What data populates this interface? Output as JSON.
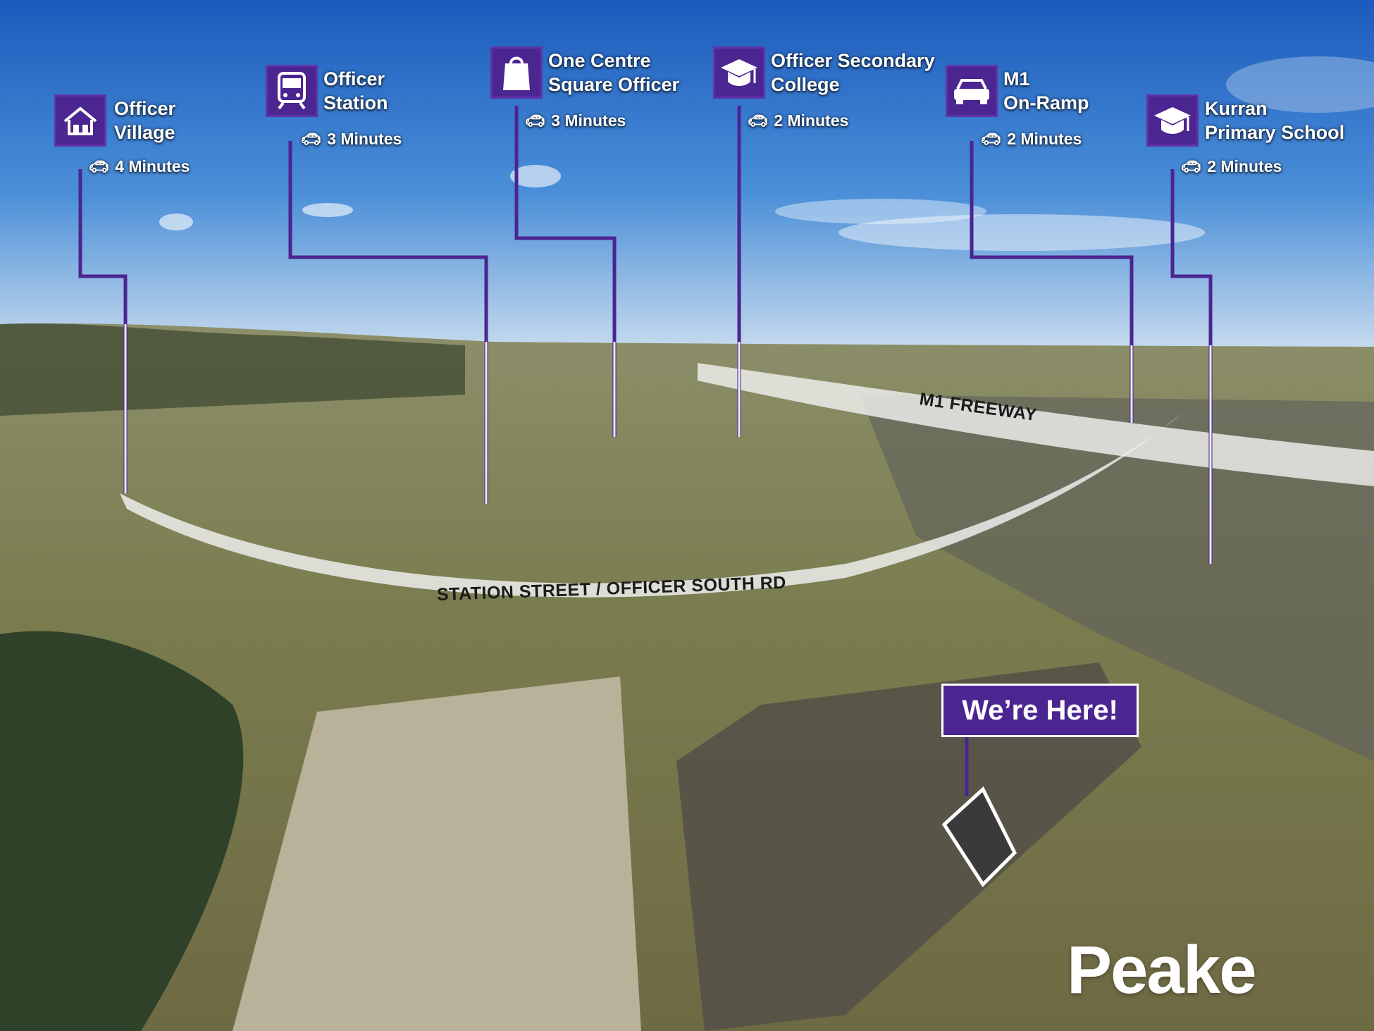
{
  "colors": {
    "accent": "#4b2590",
    "sky_top": "#1e5fbf",
    "sky_horizon": "#cfe0f0",
    "land": "#8a8a5a",
    "road_band": "#eeeeee",
    "text_light": "#ffffff"
  },
  "points_of_interest": [
    {
      "name_line1": "Officer",
      "name_line2": "Village",
      "time": "4 Minutes",
      "icon": "house-icon"
    },
    {
      "name_line1": "Officer",
      "name_line2": "Station",
      "time": "3 Minutes",
      "icon": "train-icon"
    },
    {
      "name_line1": "One Centre",
      "name_line2": "Square Officer",
      "time": "3 Minutes",
      "icon": "shopping-bag-icon"
    },
    {
      "name_line1": "Officer Secondary",
      "name_line2": "College",
      "time": "2 Minutes",
      "icon": "graduation-cap-icon"
    },
    {
      "name_line1": "M1",
      "name_line2": "On-Ramp",
      "time": "2 Minutes",
      "icon": "car-icon"
    },
    {
      "name_line1": "Kurran",
      "name_line2": "Primary School",
      "time": "2 Minutes",
      "icon": "graduation-cap-icon"
    }
  ],
  "roads": {
    "freeway": "M1 FREEWAY",
    "station_street": "STATION STREET / OFFICER SOUTH RD"
  },
  "marker": {
    "label": "We’re Here!"
  },
  "brand": {
    "name": "Peake"
  }
}
